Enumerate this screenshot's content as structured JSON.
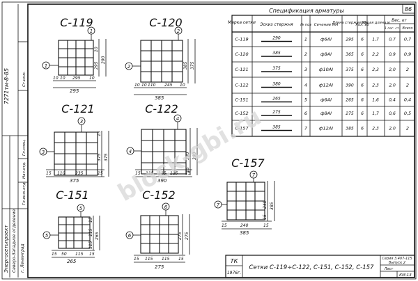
{
  "sheet_no": "86",
  "side_code": "7271тм-8-85",
  "side_stamp": [
    "Энергосетьпроект",
    "Северо-Западное отделение",
    "г. Ленинград"
  ],
  "side_roles": [
    "Гл.инж.отд.",
    "Нач.отд.",
    "Гл.спец.",
    "Ст.инж."
  ],
  "meshes": [
    {
      "title": "С-119",
      "callout": "1",
      "dims_h": [
        "10",
        "10",
        "295",
        "10"
      ],
      "total_h": "295",
      "dims_v": [
        "10",
        "295"
      ],
      "total_v": "290"
    },
    {
      "title": "С-120",
      "callout": "2",
      "dims_h": [
        "10",
        "10",
        "110",
        "245",
        "10"
      ],
      "total_h": "385",
      "dims_v": [
        "385"
      ],
      "total_v": "375"
    },
    {
      "title": "С-121",
      "callout": "3",
      "dims_h": [
        "15",
        "110",
        "235",
        "15"
      ],
      "total_h": "375",
      "dims_v": [
        "15",
        "375"
      ],
      "total_v": "375"
    },
    {
      "title": "С-122",
      "callout": "4",
      "dims_h": [
        "15",
        "115",
        "115",
        "115",
        "15"
      ],
      "total_h": "390",
      "dims_v": [
        "390",
        "15"
      ],
      "total_v": "390"
    },
    {
      "title": "С-151",
      "callout": "5",
      "dims_h": [
        "15",
        "50",
        "115",
        "15"
      ],
      "total_h": "265",
      "dims_v": [
        "15",
        "115",
        "115"
      ],
      "total_v": "265"
    },
    {
      "title": "С-152",
      "callout": "6",
      "dims_h": [
        "15",
        "115",
        "115",
        "15"
      ],
      "total_h": "275",
      "dims_v": [
        "275"
      ],
      "total_v": "275"
    },
    {
      "title": "С-157",
      "callout": "7",
      "dims_h": [
        "15",
        "240",
        "15"
      ],
      "total_h": "385",
      "dims_v": [
        "240",
        "15"
      ],
      "total_v": "385"
    }
  ],
  "spec": {
    "title": "Спецификация арматуры",
    "headers": [
      "Марка сетки",
      "Эскиз стержня",
      "№ поз",
      "Сечение мм",
      "Длина стержня мм",
      "Кол. во",
      "Общая длина м",
      "Вес, кг"
    ],
    "weight_sub": [
      "1 пог. ст.",
      "Всего"
    ],
    "rows": [
      {
        "mark": "С-119",
        "len": "290",
        "pos": "1",
        "sect": "ф6АI",
        "blen": "295",
        "qty": "6",
        "tot": "1,7",
        "w1": "0,7",
        "w2": "0,7"
      },
      {
        "mark": "С-120",
        "len": "385",
        "pos": "2",
        "sect": "ф8АI",
        "blen": "365",
        "qty": "6",
        "tot": "2,2",
        "w1": "0,9",
        "w2": "0,9"
      },
      {
        "mark": "С-121",
        "len": "375",
        "pos": "3",
        "sect": "ф10АI",
        "blen": "375",
        "qty": "6",
        "tot": "2,3",
        "w1": "2,0",
        "w2": "2"
      },
      {
        "mark": "С-122",
        "len": "380",
        "pos": "4",
        "sect": "ф12АI",
        "blen": "390",
        "qty": "6",
        "tot": "2,3",
        "w1": "2,0",
        "w2": "2"
      },
      {
        "mark": "С-151",
        "len": "265",
        "pos": "5",
        "sect": "ф6АI",
        "blen": "265",
        "qty": "6",
        "tot": "1,6",
        "w1": "0,4",
        "w2": "0,4"
      },
      {
        "mark": "С-152",
        "len": "275",
        "pos": "6",
        "sect": "ф8АI",
        "blen": "275",
        "qty": "6",
        "tot": "1,7",
        "w1": "0,6",
        "w2": "0,5"
      },
      {
        "mark": "С-157",
        "len": "385",
        "pos": "7",
        "sect": "ф12АI",
        "blen": "385",
        "qty": "6",
        "tot": "2,3",
        "w1": "2,0",
        "w2": "2"
      }
    ]
  },
  "title_block": {
    "tk": "ТК",
    "year": "1976г.",
    "name": "Сетки С-119÷С-122, С-151, С-152, С-157",
    "series": "Серия 3.407-115",
    "issue": "Выпуск 2",
    "sheet": "Лист",
    "km": "КМ-13"
  },
  "watermark": "block-gbi.ru"
}
